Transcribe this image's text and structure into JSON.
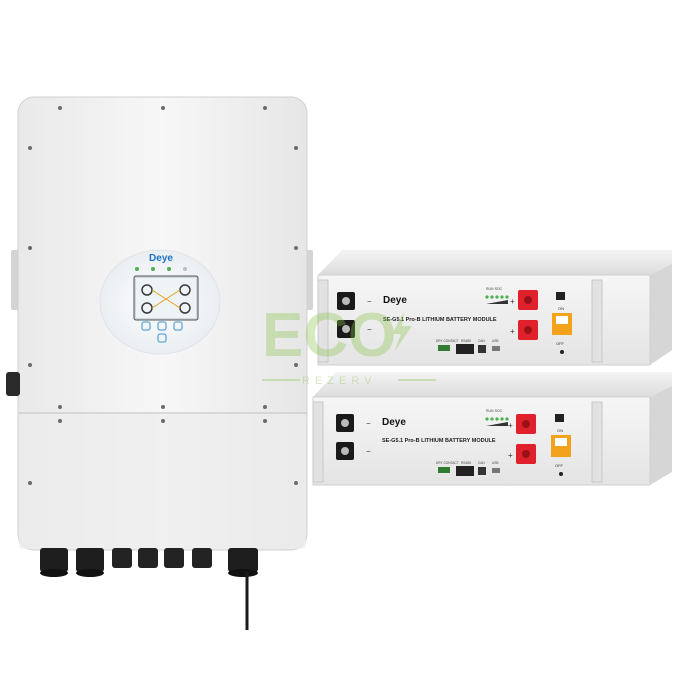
{
  "inverter": {
    "brand": "Deye"
  },
  "batteries": [
    {
      "brand": "Deye",
      "model_label": "SE-G5.1 Pro-B  LITHIUM BATTERY MODULE",
      "on_label": "ON",
      "off_label": "OFF",
      "soc_label": "SOC",
      "run_label": "RUN",
      "port_labels": [
        "DRY CONTACT",
        "RS485",
        "CAN",
        "USB"
      ]
    },
    {
      "brand": "Deye",
      "model_label": "SE-G5.1 Pro-B  LITHIUM BATTERY MODULE",
      "on_label": "ON",
      "off_label": "OFF",
      "soc_label": "SOC",
      "run_label": "RUN",
      "port_labels": [
        "DRY CONTACT",
        "RS485",
        "CAN",
        "USB"
      ]
    }
  ],
  "watermark": {
    "logo_text": "ECO",
    "sub_text": "REZERV",
    "color": "#8bc34a"
  },
  "colors": {
    "body": "#f2f2f2",
    "terminal_red": "#e0202a",
    "terminal_black": "#1a1a1a",
    "led_green": "#4caf50"
  }
}
